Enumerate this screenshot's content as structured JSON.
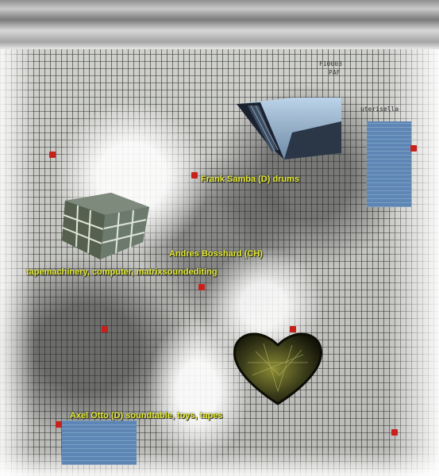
{
  "captions": {
    "frank": "Frank Samba (D) drums",
    "andres_name": "Andres Bosshard (CH)",
    "andres_role": "tapemachinery, computer, matrixsoundediting",
    "axel": "Axel Otto (D) soundtable, toys, tapes"
  },
  "board_labels": {
    "top_right_a": "F10003",
    "top_right_b": "PAF",
    "side": "uterisella"
  },
  "colors": {
    "caption_yellow": "#e6ec33",
    "accent_red": "#c8201a",
    "chip_blue": "#5d86b4"
  }
}
